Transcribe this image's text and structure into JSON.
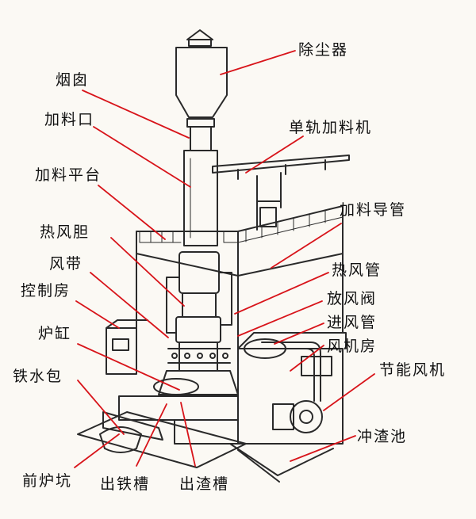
{
  "colors": {
    "ink": "#2a2a2a",
    "leader": "#d8141a",
    "paper": "#fbf9f4"
  },
  "labels": {
    "dust_collector": "除尘器",
    "chimney": "烟囱",
    "feed_inlet": "加料口",
    "monorail_feeder": "单轨加料机",
    "feeding_platform": "加料平台",
    "feed_guide_pipe": "加料导管",
    "hot_air_liner": "热风胆",
    "air_belt": "风带",
    "hot_air_pipe": "热风管",
    "control_room": "控制房",
    "air_release_valve": "放风阀",
    "air_inlet_pipe": "进风管",
    "cupola_shell": "炉缸",
    "blower_room": "风机房",
    "energy_saving_fan": "节能风机",
    "hot_metal_ladle": "铁水包",
    "slag_flushing_pool": "冲渣池",
    "front_pit": "前炉坑",
    "iron_trough": "出铁槽",
    "slag_trough": "出渣槽"
  }
}
